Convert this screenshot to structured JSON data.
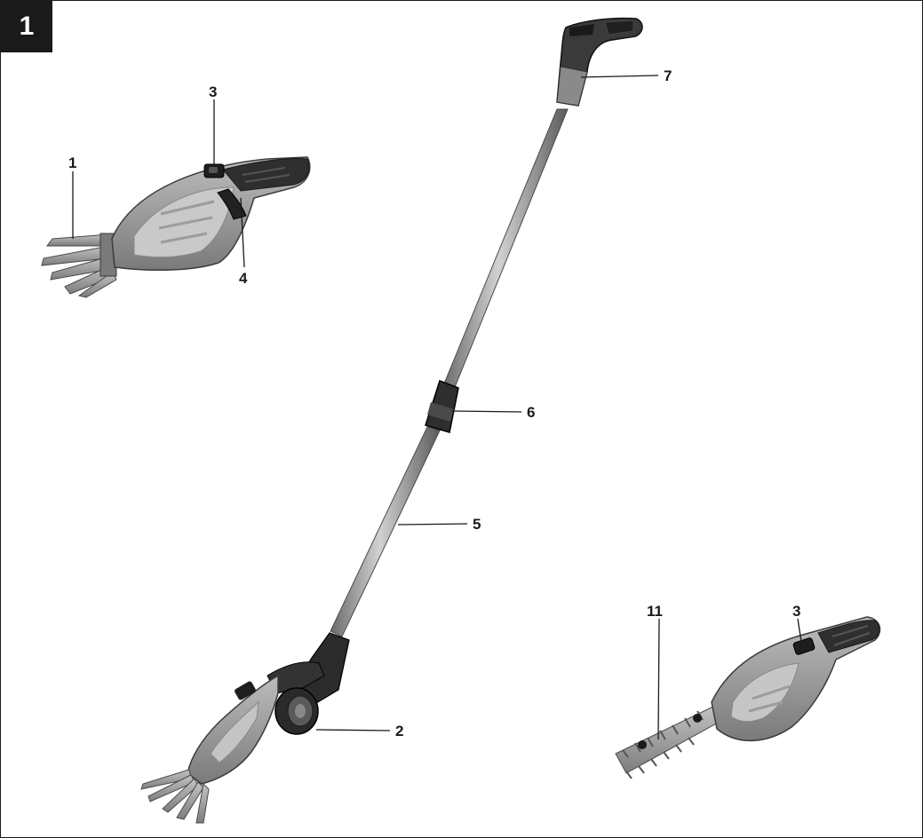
{
  "figure_number": "1",
  "callouts": {
    "c1": "1",
    "c2": "2",
    "c3a": "3",
    "c3b": "3",
    "c4": "4",
    "c5": "5",
    "c6": "6",
    "c7": "7",
    "c11": "11"
  },
  "colors": {
    "housing_grey": "#8c8c8c",
    "housing_light": "#b8b8b8",
    "grip_dark": "#2e2e2e",
    "pole_metal": "#9a9a9a",
    "blade_metal": "#a7a7a7"
  }
}
